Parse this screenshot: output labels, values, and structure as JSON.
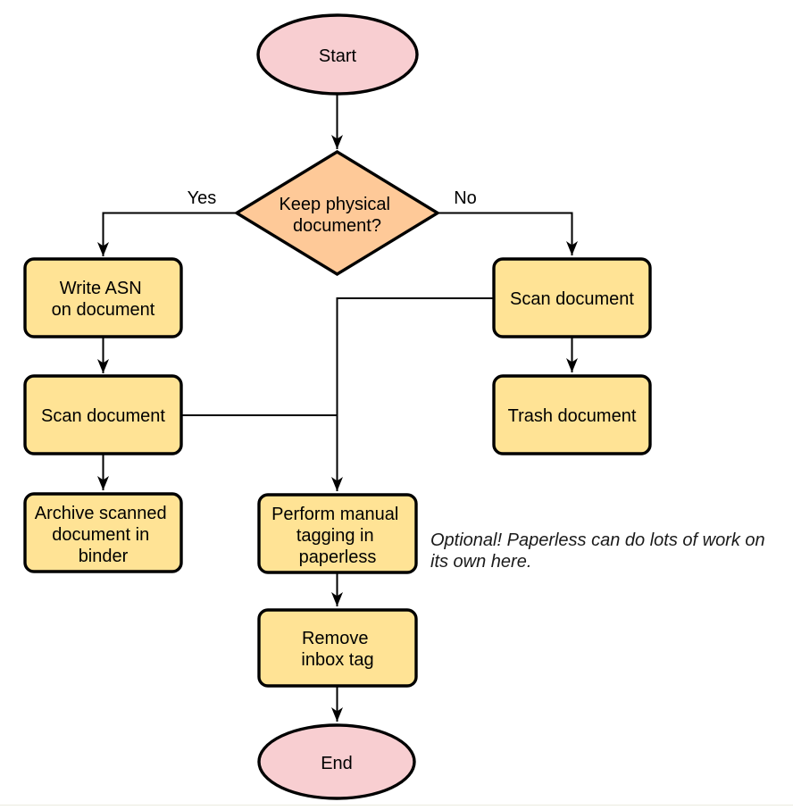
{
  "diagram": {
    "type": "flowchart",
    "subject": "document-scanning-workflow"
  },
  "colors": {
    "terminator_fill": "#f8ced1",
    "decision_fill": "#fec998",
    "process_fill": "#ffe395",
    "stroke": "#000000",
    "background": "#ffffff"
  },
  "nodes": {
    "start": {
      "label": "Start"
    },
    "keep_physical_document": {
      "lines": [
        "Keep physical",
        "document?"
      ]
    },
    "write_asn": {
      "lines": [
        "Write ASN",
        "on document"
      ]
    },
    "scan_document_left": {
      "label": "Scan document"
    },
    "archive_scanned": {
      "lines": [
        "Archive scanned",
        "document in",
        "binder"
      ]
    },
    "scan_document_right": {
      "label": "Scan document"
    },
    "trash_document": {
      "label": "Trash document"
    },
    "perform_manual_tagging": {
      "lines": [
        "Perform manual",
        "tagging in",
        "paperless"
      ]
    },
    "remove_inbox_tag": {
      "lines": [
        "Remove",
        "inbox tag"
      ]
    },
    "end": {
      "label": "End"
    }
  },
  "edge_labels": {
    "yes": "Yes",
    "no": "No"
  },
  "note": {
    "lines": [
      "Optional! Paperless can do lots of work on",
      "its own here."
    ]
  }
}
